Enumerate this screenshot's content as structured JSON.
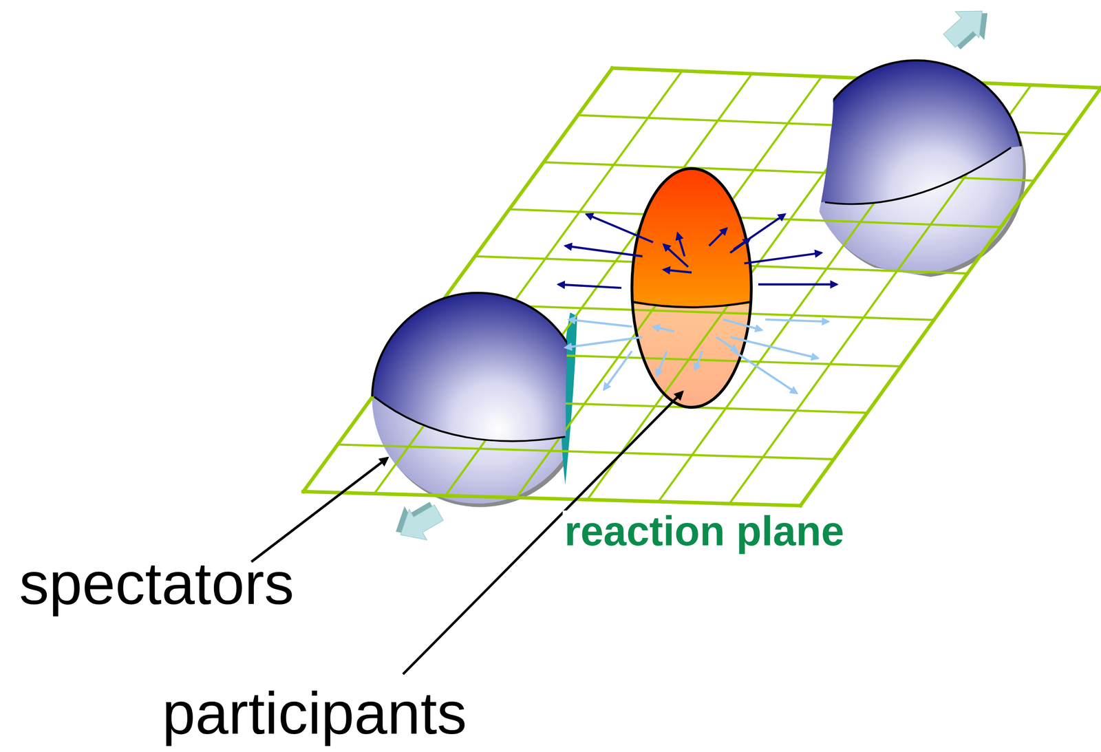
{
  "diagram": {
    "labels": [
      "reaction plane",
      "spectators",
      "participants"
    ]
  }
}
